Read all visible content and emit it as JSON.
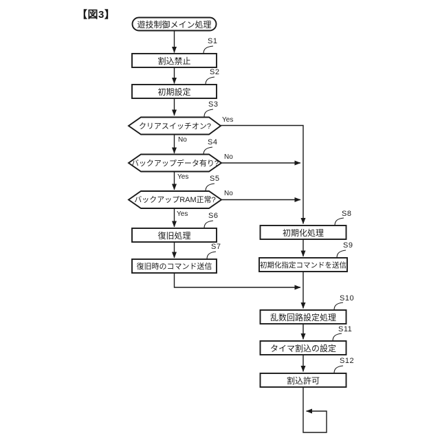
{
  "figure_label": "【図3】",
  "flow": {
    "start": "遊技制御メイン処理",
    "yes": "Yes",
    "no": "No",
    "steps": [
      {
        "id": "S1",
        "label": "割込禁止",
        "type": "process"
      },
      {
        "id": "S2",
        "label": "初期設定",
        "type": "process"
      },
      {
        "id": "S3",
        "label": "クリアスイッチオン?",
        "type": "decision"
      },
      {
        "id": "S4",
        "label": "バックアップデータ有り?",
        "type": "decision"
      },
      {
        "id": "S5",
        "label": "バックアップRAM正常?",
        "type": "decision"
      },
      {
        "id": "S6",
        "label": "復旧処理",
        "type": "process"
      },
      {
        "id": "S7",
        "label": "復旧時のコマンド送信",
        "type": "process"
      },
      {
        "id": "S8",
        "label": "初期化処理",
        "type": "process"
      },
      {
        "id": "S9",
        "label": "初期化指定コマンドを送信",
        "type": "process"
      },
      {
        "id": "S10",
        "label": "乱数回路設定処理",
        "type": "process"
      },
      {
        "id": "S11",
        "label": "タイマ割込の設定",
        "type": "process"
      },
      {
        "id": "S12",
        "label": "割込許可",
        "type": "process"
      }
    ]
  }
}
